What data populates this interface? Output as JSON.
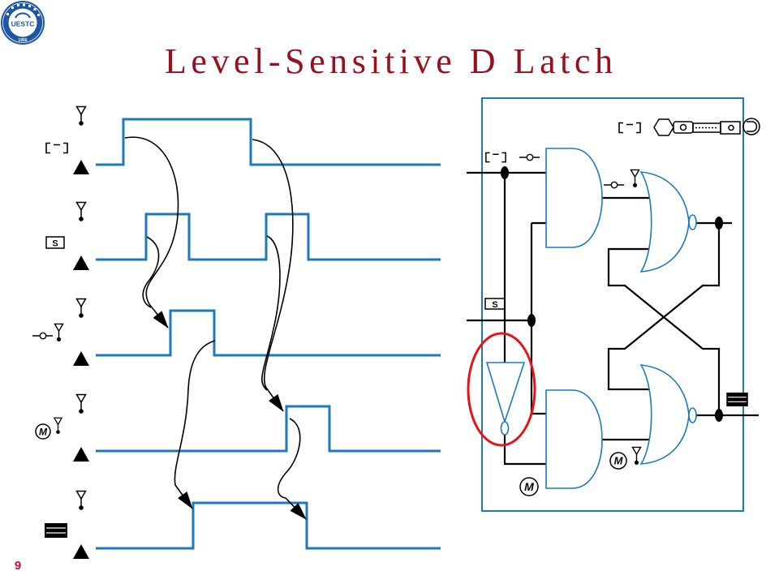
{
  "slide": {
    "title": "Level-Sensitive D Latch",
    "page_number": "9"
  },
  "logo": {
    "abbreviation": "UESTC",
    "year": "1956"
  },
  "timing_diagram": {
    "rows": [
      {
        "label_icon": "boxed-dash-icon"
      },
      {
        "label_icon": "boxed-letter-icon",
        "label_text": "S"
      },
      {
        "label_icon": "bubble-antenna-icon"
      },
      {
        "label_icon": "circled-letter-icon",
        "label_text": "M"
      },
      {
        "label_icon": "filled-bar-icon"
      }
    ],
    "high_marker_icon": "antenna-dot-icon",
    "low_marker_icon": "filled-triangle-icon"
  },
  "circuit": {
    "input_top_icons": [
      "boxed-dash-icon",
      "bubble-line-icon"
    ],
    "input_lower_label": "S",
    "header_icons": [
      "boxed-dash-icon",
      "hexagon-icon",
      "rounded-box-icon",
      "dotted-box-icon",
      "box-circle-icon",
      "circle-glyph-icon"
    ],
    "and_top_output_icon": "bubble-antenna-icon",
    "nor_bottom_input_label": "M",
    "and_bottom_label": "M",
    "output_icon": "filled-bar-icon"
  },
  "colors": {
    "title": "#990f1f",
    "page_number": "#c8102e",
    "waveform": "#1c7ab8",
    "circuit_frame": "#1c7ab8",
    "gate_outline": "#1c7ab8",
    "highlight_ring": "#e3151a",
    "logo": "#1d56a5"
  }
}
